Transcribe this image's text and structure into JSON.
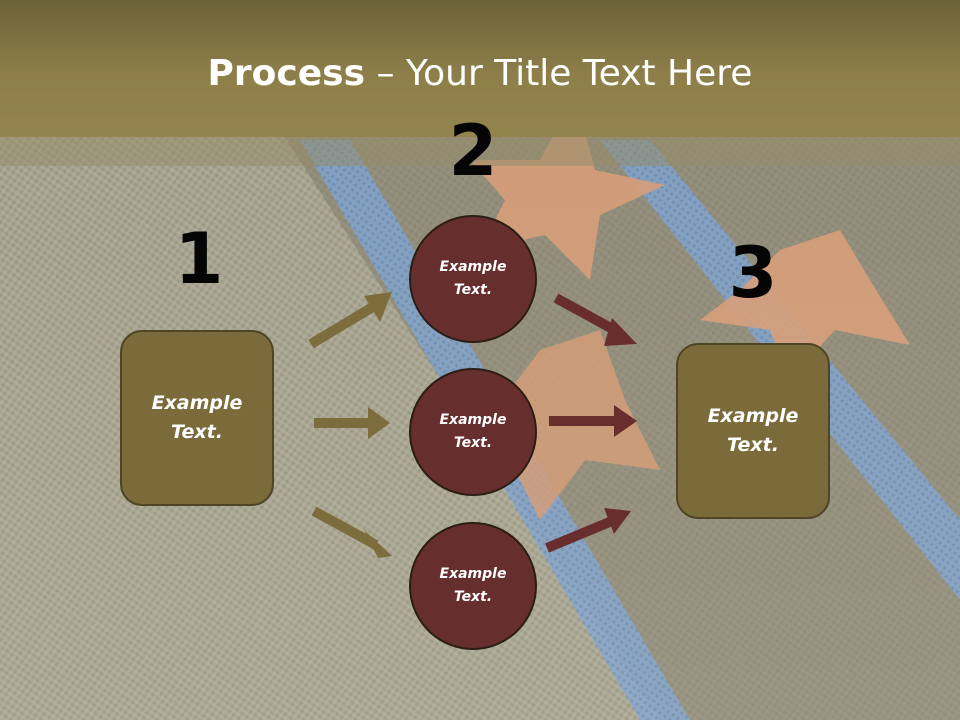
{
  "slide": {
    "title_bold": "Process",
    "title_rest": " – Your Title Text Here",
    "steps": {
      "one": "1",
      "two": "2",
      "three": "3"
    },
    "left_box": "Example\nText.",
    "circles": [
      "Example\nText.",
      "Example\nText.",
      "Example\nText."
    ],
    "right_box": "Example\nText."
  },
  "colors": {
    "title_band": "#8e7f4a",
    "box_fill": "#7b6a3a",
    "circle_fill": "#672e2e",
    "arrow_olive": "#7d6c3c",
    "arrow_maroon": "#682e2e",
    "ribbon_blue": "#5f93d1",
    "star_copper": "#d9946a"
  }
}
